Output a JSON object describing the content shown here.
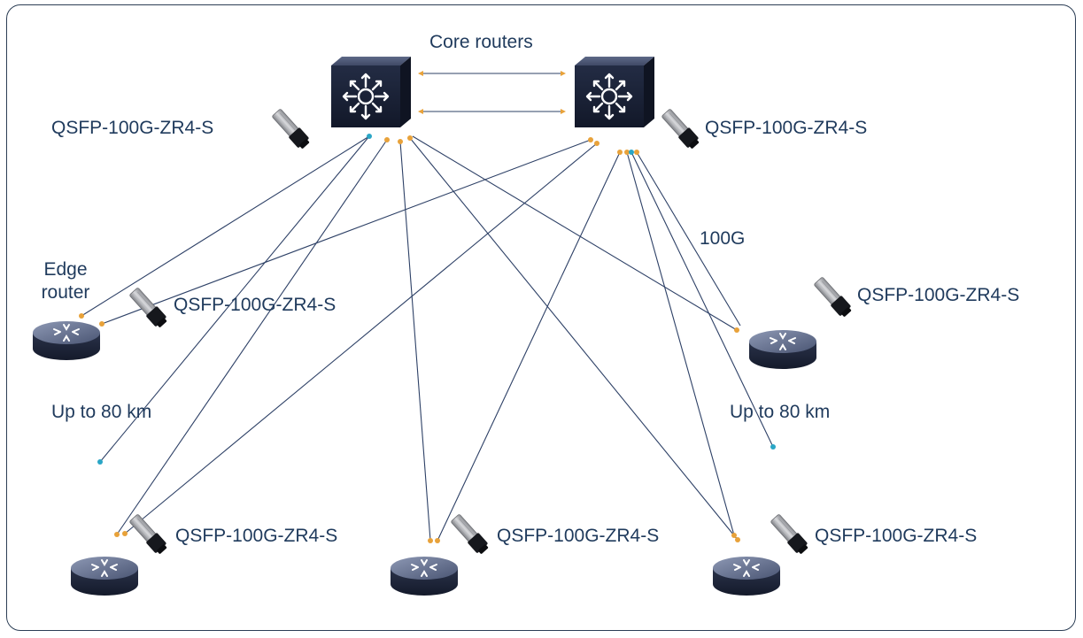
{
  "labels": {
    "core_routers": "Core routers",
    "edge_router": "Edge router",
    "transceiver_core_left": "QSFP-100G-ZR4-S",
    "transceiver_core_right": "QSFP-100G-ZR4-S",
    "transceiver_edge_left": "QSFP-100G-ZR4-S",
    "transceiver_edge_right": "QSFP-100G-ZR4-S",
    "transceiver_bottom_left": "QSFP-100G-ZR4-S",
    "transceiver_bottom_middle": "QSFP-100G-ZR4-S",
    "transceiver_bottom_right": "QSFP-100G-ZR4-S",
    "speed_100g": "100G",
    "distance_left": "Up to 80 km",
    "distance_right": "Up to 80 km"
  },
  "colors": {
    "link": "#2d4066",
    "arrow": "#e8a23a",
    "endpoint_dot": "#2aa6c6",
    "router_top": "#4e5a76",
    "router_side": "#1b2336",
    "switch_body": "#3b4565",
    "text": "#1f3a5c"
  },
  "icons": {
    "core_switch": "layer3-switch-icon",
    "edge_router": "router-icon",
    "transceiver": "qsfp-transceiver-icon"
  }
}
